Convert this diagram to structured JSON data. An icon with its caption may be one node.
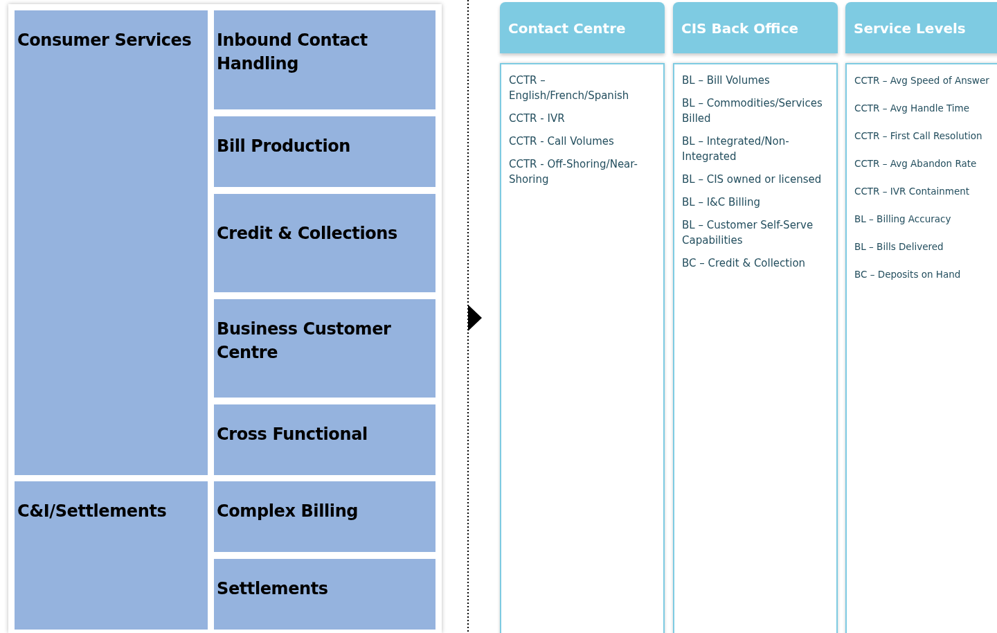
{
  "diagram": {
    "nodes": [
      {
        "text": [
          "Consumer Services"
        ]
      },
      {
        "text": [
          "Inbound Contact Handling"
        ]
      },
      {
        "text": [
          "Bill Production"
        ]
      },
      {
        "text": [
          "Credit & Collections"
        ]
      },
      {
        "text": [
          "Business Customer Centre"
        ]
      },
      {
        "text": [
          "Cross Functional"
        ]
      },
      {
        "text": [
          "C&I/Settlements"
        ]
      },
      {
        "text": [
          "Complex Billing"
        ]
      },
      {
        "text": [
          "Settlements"
        ]
      },
      {
        "text": [
          "Contact Centre"
        ]
      },
      {
        "text": [
          "CIS Back Office"
        ]
      },
      {
        "text": [
          "Service Levels"
        ]
      },
      {
        "text": [
          "CCTR – English/French/Spanish",
          "CCTR - IVR",
          "CCTR - Call Volumes",
          "CCTR - Off-Shoring/Near-Shoring"
        ]
      },
      {
        "text": [
          "BL – Bill Volumes",
          "BL – Commodities/Services Billed",
          "BL – Integrated/Non-Integrated",
          "BL – CIS owned or licensed",
          "BL – I&C Billing",
          "BL – Customer Self-Serve Capabilities",
          "BC – Credit & Collection"
        ]
      },
      {
        "text": [
          "CCTR – Avg Speed of Answer",
          "CCTR – Avg Handle Time",
          "CCTR – First Call Resolution",
          "CCTR – Avg Abandon Rate",
          "CCTR – IVR Containment",
          "BL – Billing Accuracy",
          "BL – Bills Delivered",
          "BC – Deposits on Hand"
        ]
      },
      {
        "text": [],
        "shape": "triangle"
      }
    ],
    "edges": []
  }
}
